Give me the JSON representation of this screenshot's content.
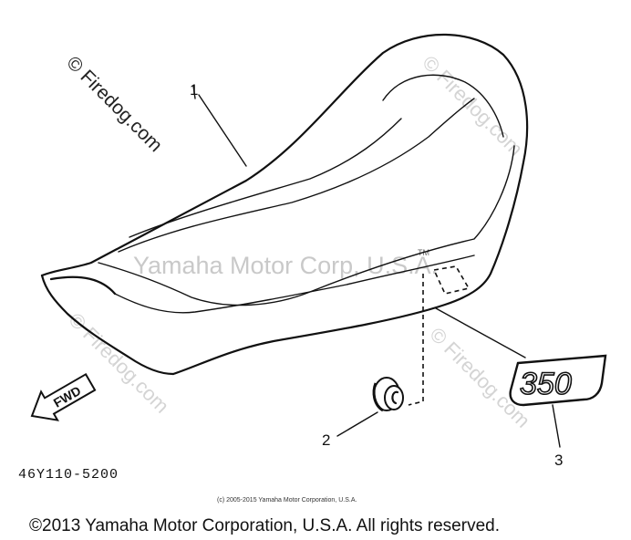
{
  "watermarks": {
    "main": "Yamaha Motor Corp, U.S.A.",
    "site": "© Firedog.com",
    "tm": "TM"
  },
  "callouts": [
    "1",
    "2",
    "3"
  ],
  "emblem_text": "350",
  "fwd_label": "FWD",
  "part_number": "46Y110-5200",
  "copyright_small": "(c) 2005-2015 Yamaha Motor Corporation, U.S.A.",
  "copyright_main": "©2013 Yamaha Motor Corporation, U.S.A. All rights reserved."
}
